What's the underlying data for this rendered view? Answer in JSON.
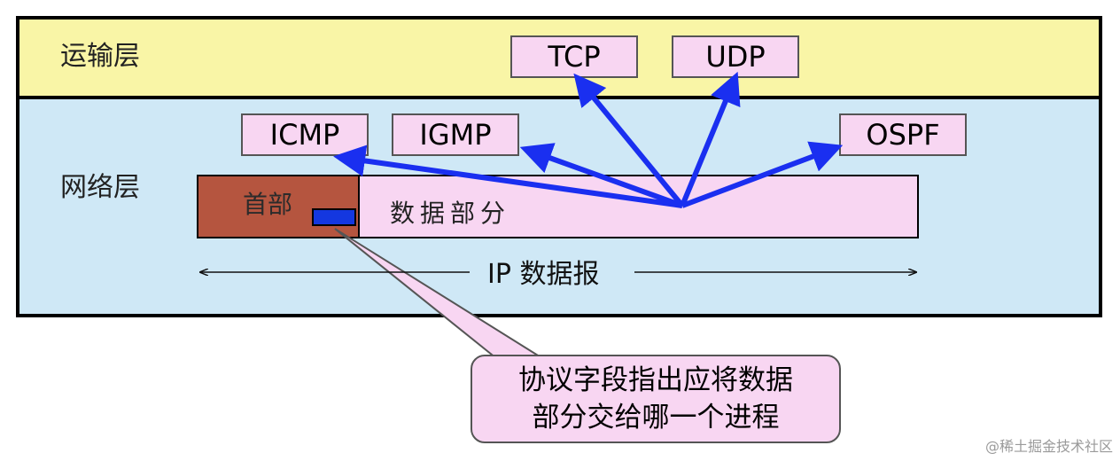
{
  "layers": {
    "transport": "运输层",
    "network": "网络层"
  },
  "protocols": {
    "tcp": "TCP",
    "udp": "UDP",
    "icmp": "ICMP",
    "igmp": "IGMP",
    "ospf": "OSPF"
  },
  "datagram": {
    "header": "首部",
    "data": "数据部分",
    "label": "IP 数据报"
  },
  "callout": {
    "line1": "协议字段指出应将数据",
    "line2": "部分交给哪一个进程"
  },
  "watermark": "@稀土掘金技术社区",
  "colors": {
    "transport_bg": "#f9f5a6",
    "network_bg": "#cfe8f6",
    "box_fill": "#f8d6f2",
    "header_fill": "#b5553f",
    "protocol_field": "#1437e0",
    "arrow": "#1a2ff0"
  }
}
